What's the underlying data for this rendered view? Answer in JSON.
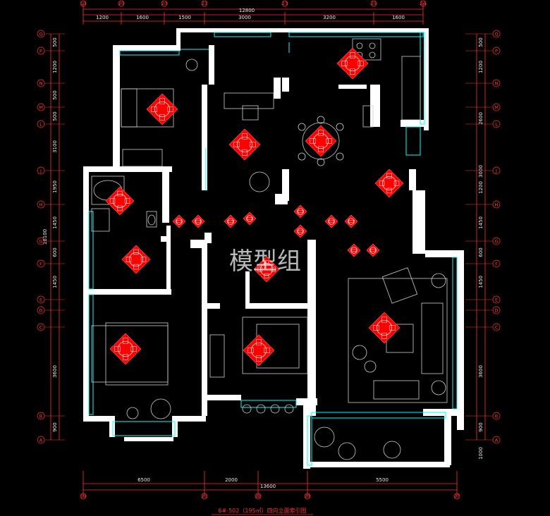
{
  "watermark": "模型组",
  "caption": "6#-502（195㎡）四向立面索引图",
  "colors": {
    "background": "#000000",
    "wall": "#ffffff",
    "dim_line": "#ff3030",
    "window": "#00ffff",
    "furniture": "#d8d8d8",
    "axis_bubble": "#ff3030",
    "index_mark": "#ff0000"
  },
  "dimensions": {
    "top_overall": "12800",
    "top_segments": [
      "1200",
      "1600",
      "1500",
      "3000",
      "3200",
      "1600"
    ],
    "top_axes": [
      "19",
      "20",
      "20",
      "21",
      "23",
      "25",
      "26"
    ],
    "bottom_overall": "13600",
    "bottom_segments": [
      "6500",
      "2000",
      "5500"
    ],
    "bottom_axes": [
      "19",
      "21",
      "22",
      "23",
      "27"
    ],
    "left_overall": "16100",
    "left_segments": [
      "500",
      "1200",
      "500",
      "500",
      "3100",
      "1950",
      "1450",
      "600",
      "1450",
      "3600",
      "900"
    ],
    "right_segments": [
      "500",
      "1200",
      "2600",
      "3000",
      "1200",
      "1450",
      "600",
      "1450",
      "3600",
      "900",
      "1000"
    ],
    "row_axes": [
      "Q",
      "P",
      "N",
      "M",
      "L",
      "J",
      "H",
      "G",
      "F",
      "E",
      "D",
      "C",
      "B",
      "A"
    ]
  },
  "index_marks": [
    {
      "code": "A B C D"
    },
    {
      "code": "A B C D"
    },
    {
      "code": "A B C D"
    },
    {
      "code": "A B C D"
    },
    {
      "code": "A B C D"
    },
    {
      "code": "A B C D"
    },
    {
      "code": "A B C D"
    },
    {
      "code": "A B C D"
    },
    {
      "code": "A B C D"
    },
    {
      "code": "A B C D"
    },
    {
      "code": "A B C D"
    },
    {
      "code": "A B C D"
    },
    {
      "code": "A B C D"
    },
    {
      "code": "A B C D"
    },
    {
      "code": "A B C D"
    },
    {
      "code": "A B C D"
    }
  ]
}
